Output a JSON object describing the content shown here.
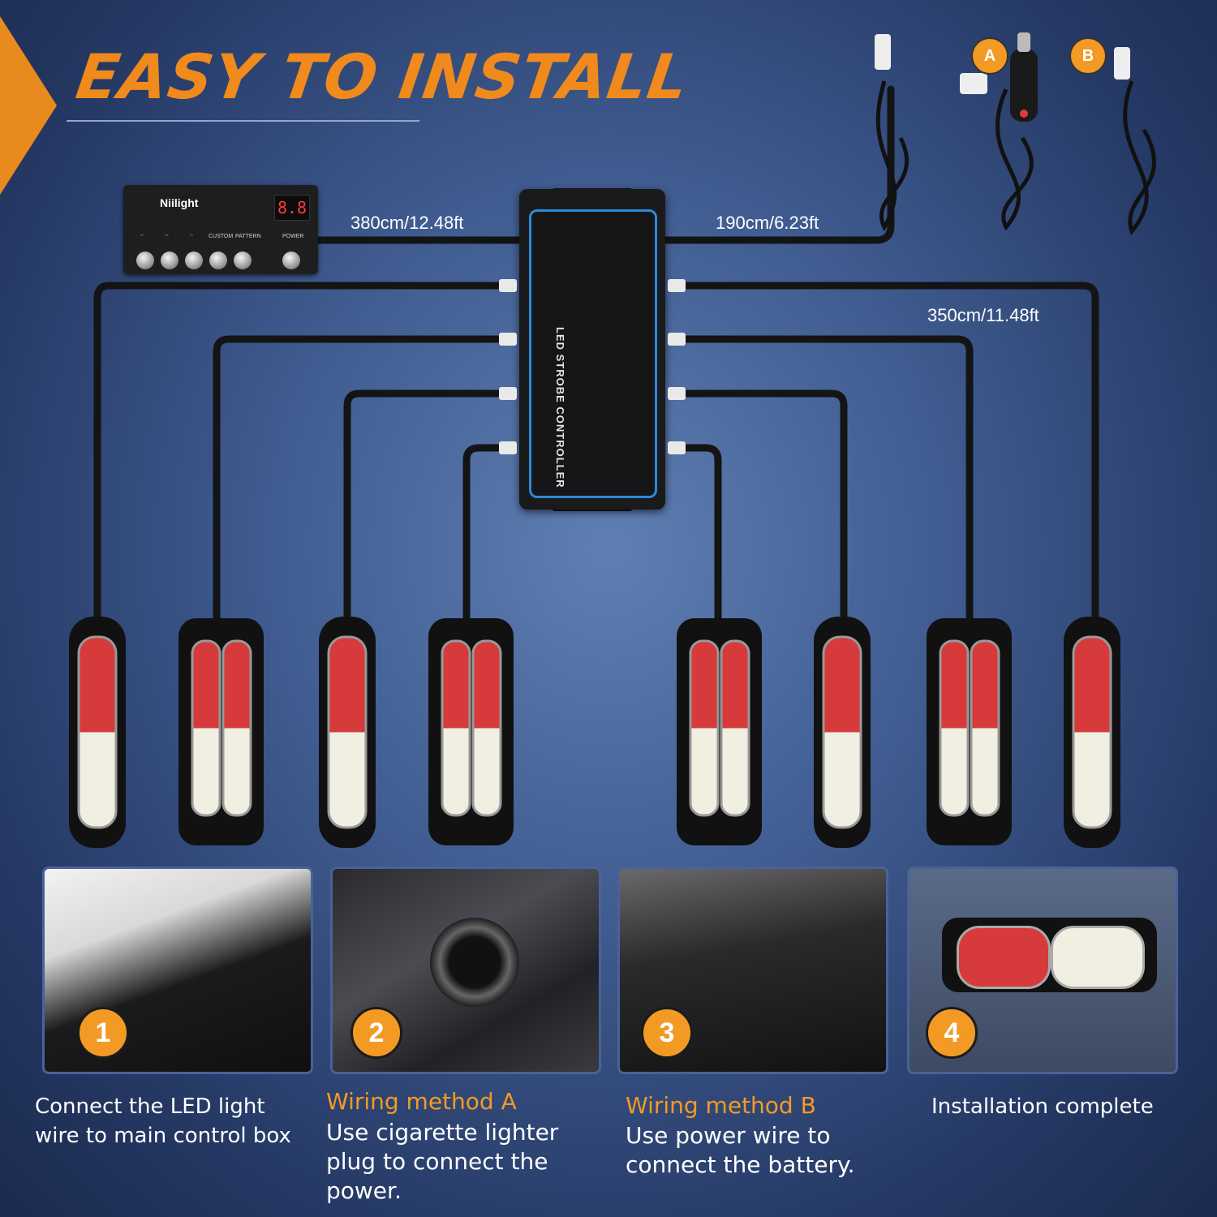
{
  "header": {
    "title": "EASY TO INSTALL"
  },
  "wires": {
    "controller_length": "380cm/12.48ft",
    "power_length": "190cm/6.23ft",
    "light_length": "350cm/11.48ft"
  },
  "controller": {
    "brand": "Niilight",
    "display": "8.8",
    "custom_label": "CUSTOM",
    "pattern_label": "PATTERN",
    "power_label": "POWER"
  },
  "control_box": {
    "label": "LED STROBE CONTROLLER"
  },
  "power_options": {
    "a_label": "A",
    "b_label": "B"
  },
  "steps": [
    {
      "number": "1",
      "title": "",
      "text": "Connect the LED light wire to main control box"
    },
    {
      "number": "2",
      "title": "Wiring method A",
      "text": "Use cigarette lighter plug  to connect the power."
    },
    {
      "number": "3",
      "title": "Wiring method B",
      "text": "Use power wire to connect the battery."
    },
    {
      "number": "4",
      "title": "",
      "text": "Installation complete"
    }
  ],
  "colors": {
    "accent_orange": "#f39a25",
    "background_blue": "#3f5b8f",
    "led_red": "#e23a3a",
    "led_white": "#f2f2e8"
  }
}
